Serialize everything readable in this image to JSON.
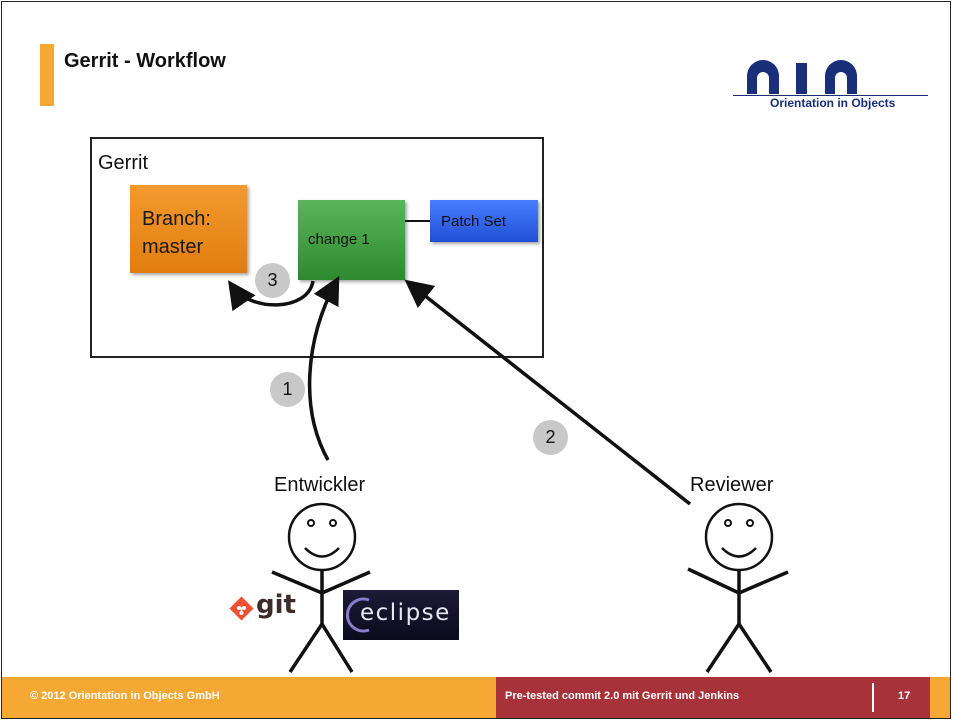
{
  "slide": {
    "title": "Gerrit - Workflow"
  },
  "logo": {
    "tagline": "Orientation in Objects",
    "brand_color": "#1a2f7a",
    "letters": "oio"
  },
  "diagram": {
    "container_label": "Gerrit",
    "branch_label": "Branch:\nmaster",
    "change_label": "change 1",
    "patch_set_label": "Patch Set",
    "steps": [
      "1",
      "2",
      "3"
    ],
    "actors": {
      "developer": "Entwickler",
      "reviewer": "Reviewer"
    },
    "tools": {
      "git": "git",
      "eclipse": "eclipse"
    },
    "colors": {
      "branch": "#f39a2e",
      "change": "#3f9e3f",
      "patch_set": "#2f62ee",
      "step_badge": "#c8c8c8"
    }
  },
  "footer": {
    "copyright": "© 2012 Orientation in Objects GmbH",
    "subject": "Pre-tested commit 2.0 mit Gerrit und Jenkins",
    "page_number": "17",
    "colors": {
      "left": "#f5a833",
      "right": "#a8323a"
    }
  }
}
